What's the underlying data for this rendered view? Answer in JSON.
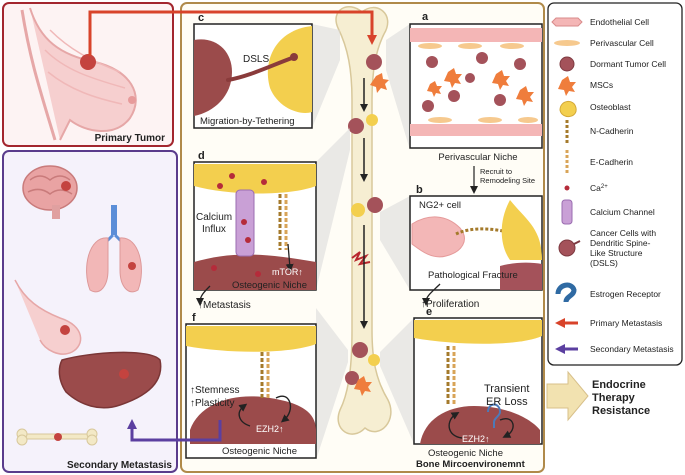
{
  "panels": {
    "primary_tumor": "Primary Tumor",
    "secondary_metastasis": "Secondary Metastasis",
    "bone_microenvironment": "Bone Mircoenvironemnt"
  },
  "subpanels": {
    "a": {
      "letter": "a",
      "caption": "Perivascular Niche"
    },
    "b": {
      "letter": "b",
      "cell_label": "NG2+ cell",
      "caption": "Pathological Fracture",
      "outcome": "↑Proliferation"
    },
    "c": {
      "letter": "c",
      "dsls_label": "DSLS",
      "caption": "Migration-by-Tethering"
    },
    "d": {
      "letter": "d",
      "influx_line1": "Calcium",
      "influx_line2": "Influx",
      "mtor_label": "mTOR↑",
      "niche": "Osteogenic Niche",
      "outcome": "↑Metastasis"
    },
    "e": {
      "letter": "e",
      "loss_line1": "Transient",
      "loss_line2": "ER Loss",
      "ezh2_label": "EZH2↑",
      "niche": "Osteogenic Niche"
    },
    "f": {
      "letter": "f",
      "stem_line1": "↑Stemness",
      "stem_line2": "↑Plasticity",
      "ezh2_label": "EZH2↑",
      "niche": "Osteogenic Niche"
    }
  },
  "recruit_line1": "Recruit to",
  "recruit_line2": "Remodeling Site",
  "resistance": {
    "line1": "Endocrine",
    "line2": "Therapy",
    "line3": "Resistance"
  },
  "legend": [
    {
      "label": "Endothelial Cell",
      "icon": "endothelial-cell-icon"
    },
    {
      "label": "Perivascular Cell",
      "icon": "perivascular-cell-icon"
    },
    {
      "label": "Dormant Tumor Cell",
      "icon": "dormant-tumor-cell-icon"
    },
    {
      "label": "MSCs",
      "icon": "msc-icon"
    },
    {
      "label": "Osteoblast",
      "icon": "osteoblast-icon"
    },
    {
      "label": "N-Cadherin",
      "icon": "n-cadherin-icon"
    },
    {
      "label": "E-Cadherin",
      "icon": "e-cadherin-icon"
    },
    {
      "label": "Ca",
      "sup": "2+",
      "icon": "calcium-icon"
    },
    {
      "label": "Calcium Channel",
      "icon": "calcium-channel-icon"
    },
    {
      "label": "Cancer Cells with",
      "label2": "Dendritic Spine-",
      "label3": "Like Structure",
      "label4": "(DSLS)",
      "icon": "dsls-cancer-cell-icon"
    },
    {
      "label": "Estrogen Receptor",
      "icon": "estrogen-receptor-icon"
    },
    {
      "label": "Primary Metastasis",
      "icon": "primary-metastasis-arrow-icon"
    },
    {
      "label": "Secondary Metastasis",
      "icon": "secondary-metastasis-arrow-icon"
    }
  ],
  "colors": {
    "primary_frame": "#a3262e",
    "secondary_frame": "#5a3c8c",
    "bone_frame": "#b08a4a",
    "primary_arrow": "#d8432a",
    "secondary_arrow": "#5b3fa0",
    "tumor": "#a4525a",
    "osteoblast": "#f3cf4e",
    "endothelial": "#f4b6b6",
    "resistance_arrow": "#f2e2b0"
  }
}
